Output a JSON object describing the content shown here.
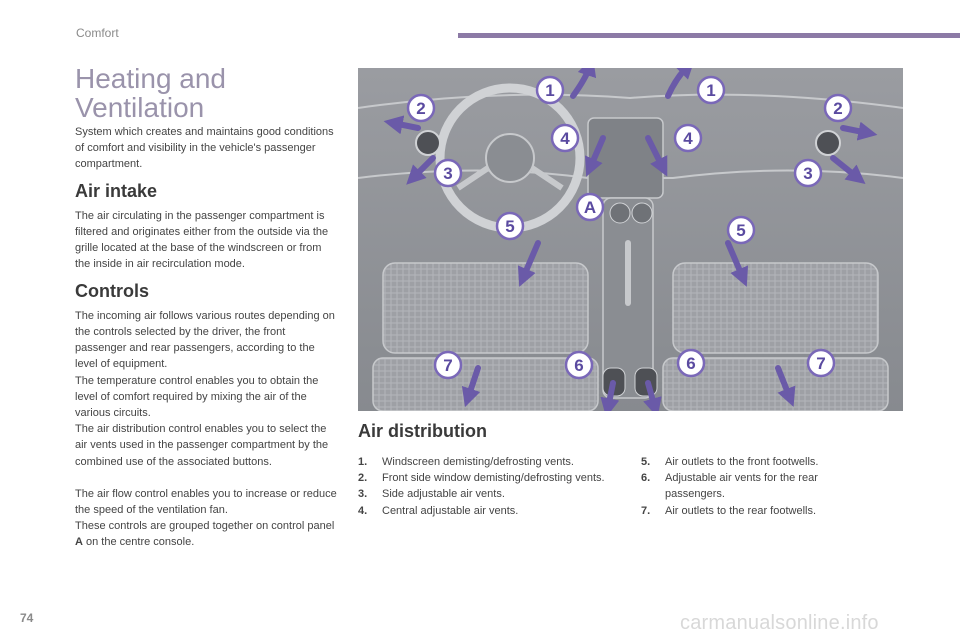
{
  "header": {
    "section": "Comfort",
    "page_number": "74"
  },
  "title_line1": "Heating and",
  "title_line2": "Ventilation",
  "intro": "System which creates and maintains good conditions of comfort and visibility in the vehicle's passenger compartment.",
  "air_intake": {
    "heading": "Air intake",
    "body": "The air circulating in the passenger compartment is filtered and originates either from the outside via the grille located at the base of the windscreen or from the inside in air recirculation mode."
  },
  "controls": {
    "heading": "Controls",
    "p1": "The incoming air follows various routes depending on the controls selected by the driver, the front passenger and rear passengers, according to the level of equipment.",
    "p2": "The temperature control enables you to obtain the level of comfort required by mixing the air of the various circuits.",
    "p3": "The air distribution control enables you to select the air vents used in the passenger compartment by the combined use of the associated buttons.",
    "p4": "The air flow control enables you to increase or reduce the speed of the ventilation fan.",
    "p5_before": "These controls are grouped together on control panel ",
    "p5_bold": "A",
    "p5_after": " on the centre console."
  },
  "air_distribution": {
    "heading": "Air distribution",
    "items_left": [
      {
        "num": "1.",
        "text": "Windscreen demisting/defrosting vents."
      },
      {
        "num": "2.",
        "text": "Front side window demisting/defrosting vents."
      },
      {
        "num": "3.",
        "text": "Side adjustable air vents."
      },
      {
        "num": "4.",
        "text": "Central adjustable air vents."
      }
    ],
    "items_right": [
      {
        "num": "5.",
        "text": "Air outlets to the front footwells."
      },
      {
        "num": "6.",
        "text": "Adjustable air vents for the rear passengers."
      },
      {
        "num": "7.",
        "text": "Air outlets to the rear footwells."
      }
    ]
  },
  "diagram": {
    "badges": [
      "1",
      "1",
      "2",
      "2",
      "3",
      "3",
      "4",
      "4",
      "5",
      "5",
      "6",
      "6",
      "7",
      "7",
      "A"
    ],
    "colors": {
      "background": "#8e9196",
      "badge_fill": "#ffffff",
      "badge_ring": "#7a68b8",
      "arrow": "#6a5aa8"
    }
  },
  "watermark": "carmanualsonline.info"
}
